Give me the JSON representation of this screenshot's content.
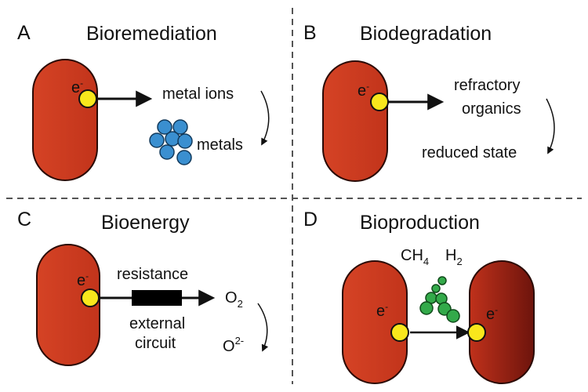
{
  "panels": [
    {
      "letter": "A",
      "title": "Bioremediation",
      "electron": {
        "base": "e",
        "sup": "-"
      },
      "label_top": "metal ions",
      "label_bottom": "metals"
    },
    {
      "letter": "B",
      "title": "Biodegradation",
      "electron": {
        "base": "e",
        "sup": "-"
      },
      "label_top_1": "refractory",
      "label_top_2": "organics",
      "label_bottom": "reduced state"
    },
    {
      "letter": "C",
      "title": "Bioenergy",
      "electron": {
        "base": "e",
        "sup": "-"
      },
      "resistor_top": "resistance",
      "resistor_bottom_1": "external",
      "resistor_bottom_2": "circuit",
      "o2": {
        "base": "O",
        "sub": "2"
      },
      "o2minus": {
        "base": "O",
        "sup": "2-"
      }
    },
    {
      "letter": "D",
      "title": "Bioproduction",
      "electron_left": {
        "base": "e",
        "sup": "-"
      },
      "electron_right": {
        "base": "e",
        "sup": "-"
      },
      "ch4": {
        "base": "CH",
        "sub": "4"
      },
      "h2": {
        "base": "H",
        "sub": "2"
      }
    }
  ],
  "colors": {
    "cell": "#cc3a1f",
    "cell_dark": "#8f1e14",
    "electron": "#f8e71c",
    "metal_particle": "#3a8fd0",
    "gas_particle": "#33aa4a",
    "divider": "#555555",
    "ink": "#111111"
  },
  "icons": [
    "cell-icon",
    "electron-icon",
    "arrow-icon",
    "curved-arrow-icon",
    "resistor-icon",
    "metal-particle-icon",
    "gas-molecule-icon"
  ]
}
